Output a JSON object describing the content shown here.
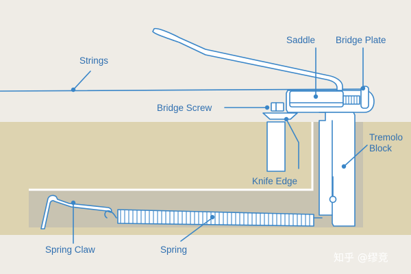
{
  "labels": {
    "strings": "Strings",
    "saddle": "Saddle",
    "bridge_plate": "Bridge Plate",
    "bridge_screw": "Bridge Screw",
    "tremolo_block_line1": "Tremolo",
    "tremolo_block_line2": "Block",
    "knife_edge": "Knife Edge",
    "spring_claw": "Spring Claw",
    "spring": "Spring"
  },
  "watermark": "知乎 @缪竞",
  "colors": {
    "background": "#efece6",
    "body_wood": "#ddd3b0",
    "cavity": "#c8c3b1",
    "line": "#3a86c8",
    "label": "#2f6fb0"
  }
}
